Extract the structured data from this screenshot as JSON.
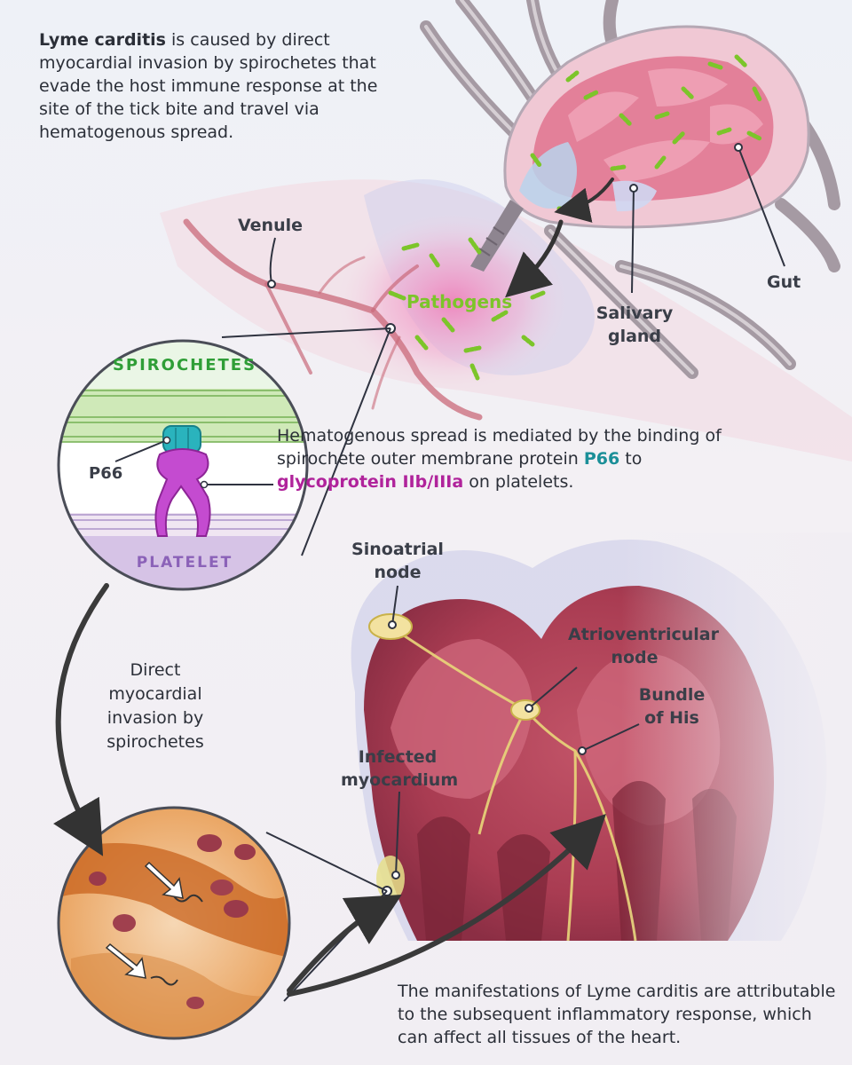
{
  "intro": {
    "bold": "Lyme carditis",
    "rest": " is caused by direct myocardial invasion by spirochetes that evade the host immune response at the site of the tick bite and travel via hematogenous spread."
  },
  "labels": {
    "venule": "Venule",
    "pathogens": "Pathogens",
    "salivary_gland": "Salivary gland",
    "gut": "Gut",
    "spirochetes": "SPIROCHETES",
    "platelet": "PLATELET",
    "p66": "P66",
    "sinoatrial_node": "Sinoatrial node",
    "av_node": "Atrioventricular node",
    "bundle_of_his": "Bundle of His",
    "infected_myocardium": "Infected myocardium"
  },
  "binding": {
    "pre": "Hematogenous spread is mediated by the binding of spirochete outer membrane protein ",
    "p66": "P66",
    "mid": " to ",
    "gp": "glycoprotein IIb/IIIa",
    "post": " on platelets."
  },
  "invasion": "Direct myocardial invasion by spirochetes",
  "manifestations": "The manifestations of Lyme carditis are attributable to the subsequent inflammatory response, which can affect all tissues of the heart.",
  "colors": {
    "pathogen_green": "#7cc52a",
    "p66_teal": "#1b8f98",
    "glycoprotein_magenta": "#b0239b",
    "tick_pink": "#e0738e",
    "heart_red": "#b84a5c"
  }
}
